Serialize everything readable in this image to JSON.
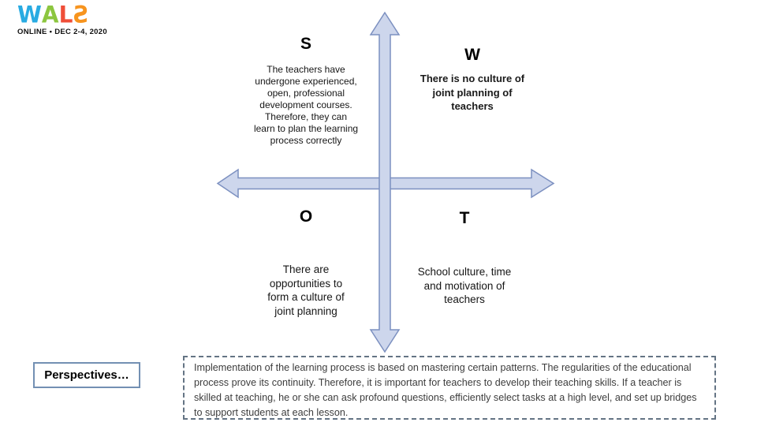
{
  "logo": {
    "letters": [
      {
        "char": "W",
        "color": "#29abe2"
      },
      {
        "char": "A",
        "color": "#8cc63f"
      },
      {
        "char": "L",
        "color": "#ef4e38"
      },
      {
        "char": "S",
        "color": "#f7941e"
      }
    ],
    "tagline": "ONLINE • DEC 2-4, 2020"
  },
  "swot": {
    "strengths": {
      "label": "S",
      "text": "The teachers have undergone experienced, open, professional development courses. Therefore, they can learn to plan the learning process correctly"
    },
    "weaknesses": {
      "label": "W",
      "text": "There is no culture of joint planning of teachers"
    },
    "opportunities": {
      "label": "O",
      "text": "There are opportunities to form a culture of joint planning"
    },
    "threats": {
      "label": "T",
      "text": "School culture, time and motivation of teachers"
    }
  },
  "perspectives": {
    "label": "Perspectives…"
  },
  "summary": {
    "text": "Implementation of the learning process is based on mastering certain patterns. The regularities of the educational process prove its continuity. Therefore, it is important for teachers to develop their teaching skills. If a teacher is skilled at teaching, he or she can ask profound questions, efficiently select tasks at a high level, and set up bridges to support students at each lesson."
  },
  "colors": {
    "arrow_fill": "#cdd6ec",
    "arrow_stroke": "#7c90c0",
    "perspectives_border": "#7390b3",
    "summary_border": "#647484"
  }
}
